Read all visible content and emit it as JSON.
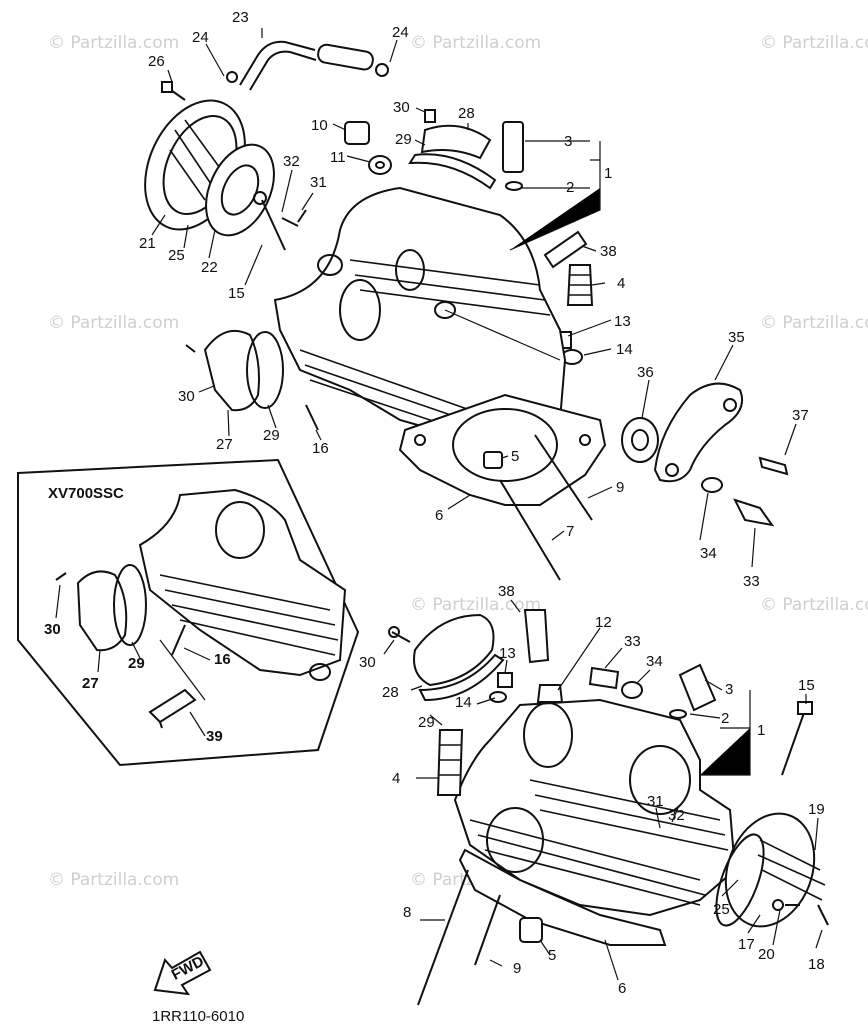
{
  "watermark": "© Partzilla.com",
  "diagram_code": "1RR110-6010",
  "variant_label": "XV700SSC",
  "fwd_label": "FWD",
  "callouts_top": [
    "23",
    "24",
    "24",
    "26",
    "10",
    "30",
    "28",
    "3",
    "29",
    "2",
    "11",
    "1",
    "32",
    "31",
    "21",
    "25",
    "22",
    "15",
    "38",
    "4",
    "13",
    "30",
    "14",
    "35",
    "36",
    "37",
    "27",
    "29",
    "16",
    "5",
    "9",
    "6",
    "7",
    "34",
    "33"
  ],
  "callouts_inset": [
    "30",
    "29",
    "27",
    "16",
    "39"
  ],
  "callouts_bottom": [
    "38",
    "12",
    "33",
    "34",
    "30",
    "13",
    "28",
    "14",
    "29",
    "3",
    "2",
    "1",
    "15",
    "4",
    "31",
    "32",
    "19",
    "8",
    "25",
    "17",
    "20",
    "18",
    "9",
    "5",
    "6"
  ]
}
